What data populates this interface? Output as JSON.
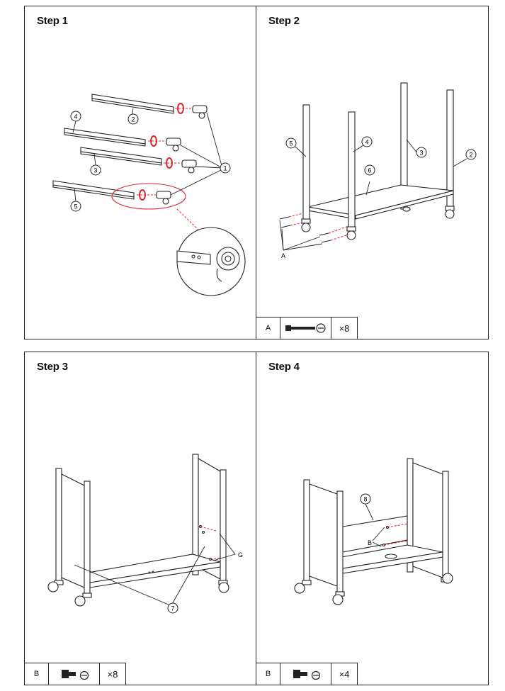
{
  "steps": [
    {
      "title": "Step 1",
      "callouts": [
        "1",
        "2",
        "3",
        "4",
        "5"
      ]
    },
    {
      "title": "Step 2",
      "callouts": [
        "A",
        "2",
        "3",
        "4",
        "5",
        "6"
      ],
      "hardware": {
        "letter": "A",
        "icon": "long-bolt-with-washer-icon",
        "qty": "×8"
      }
    },
    {
      "title": "Step 3",
      "callouts": [
        "G",
        "7"
      ],
      "hardware": {
        "letter": "B",
        "icon": "short-bolt-with-washer-icon",
        "qty": "×8"
      }
    },
    {
      "title": "Step 4",
      "callouts": [
        "8",
        "B"
      ],
      "hardware": {
        "letter": "B",
        "icon": "short-bolt-with-washer-icon",
        "qty": "×4"
      }
    }
  ],
  "colors": {
    "line": "#222222",
    "accent": "#e0242c",
    "background": "#ffffff"
  }
}
